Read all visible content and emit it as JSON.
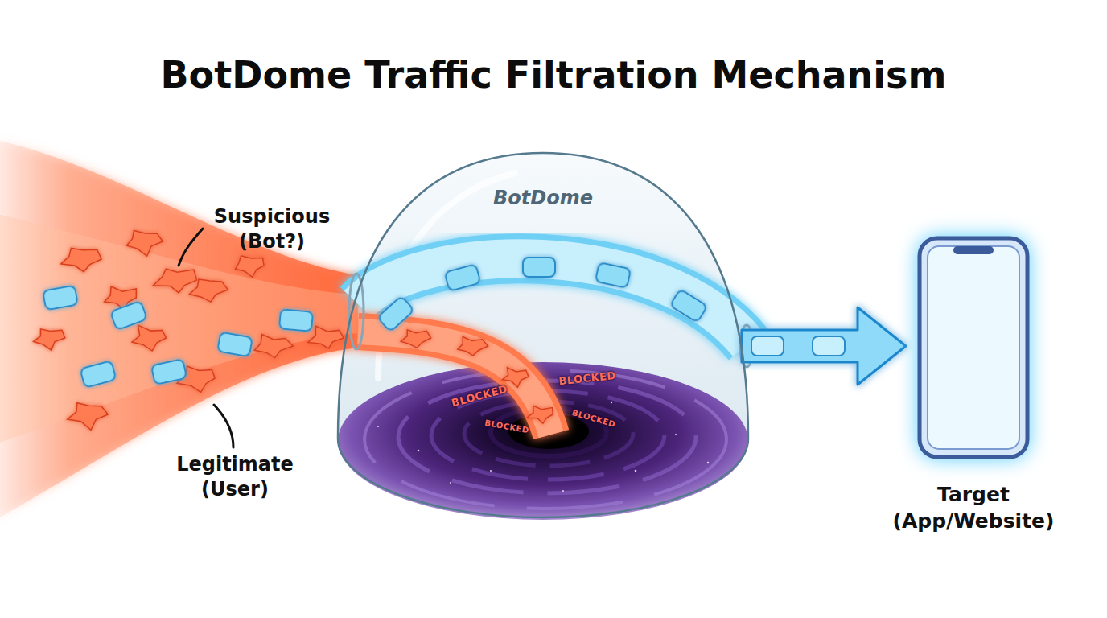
{
  "diagram": {
    "title": "BotDome Traffic Filtration Mechanism",
    "nodes": [
      {
        "text": [
          "BotDome"
        ]
      },
      {
        "text": [
          "Target (App/Website)"
        ]
      }
    ],
    "edges": [
      {
        "from": 0,
        "to": 1,
        "arrow": "to"
      }
    ],
    "labels": [
      "Suspicious (Bot?)",
      "Legitimate (User)",
      "BLOCKED",
      "BLOCKED",
      "BLOCKED",
      "BLOCKED"
    ]
  }
}
